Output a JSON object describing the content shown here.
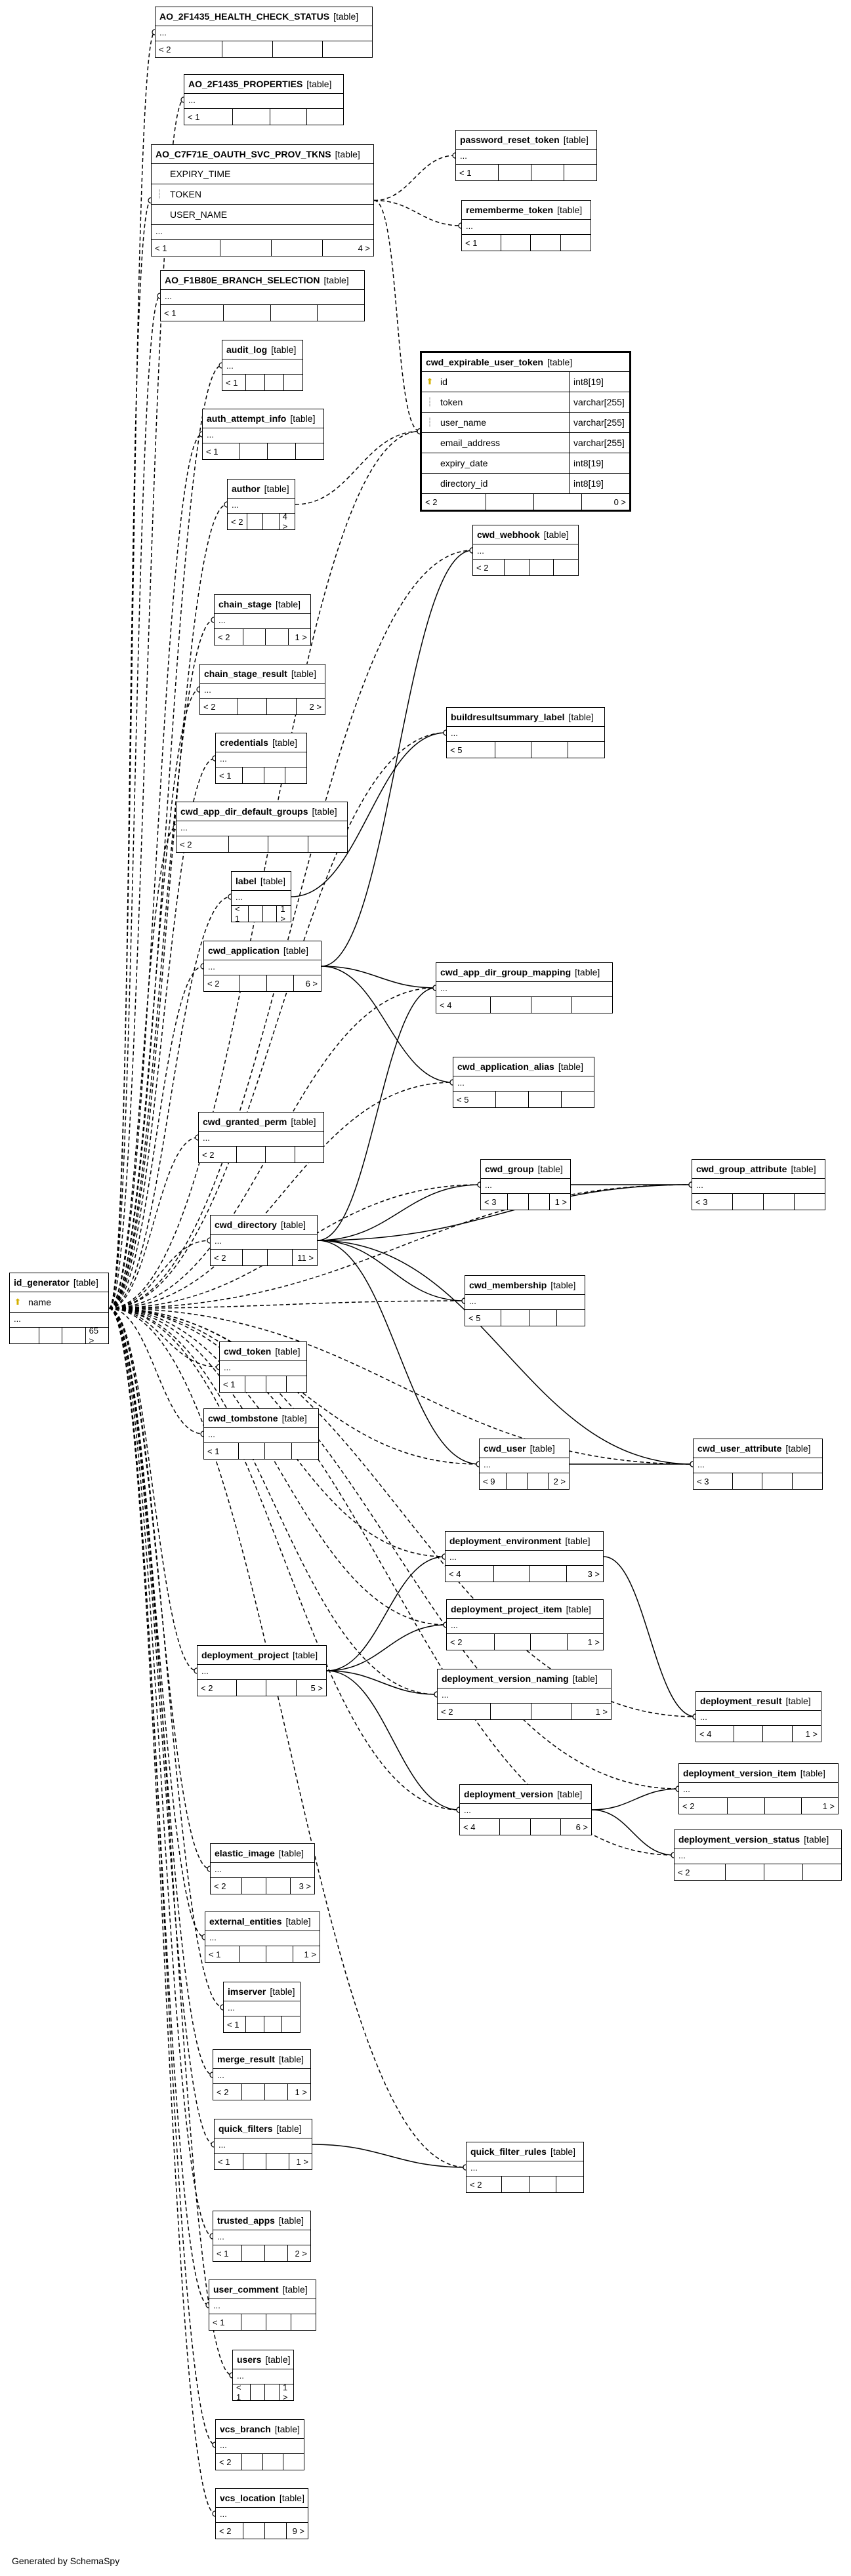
{
  "footer": "Generated by SchemaSpy",
  "table_type_label": "[table]",
  "tables": [
    {
      "id": "t_hcs",
      "name": "AO_2F1435_HEALTH_CHECK_STATUS",
      "dots": "...",
      "children": "< 2",
      "parents": ""
    },
    {
      "id": "t_props",
      "name": "AO_2F1435_PROPERTIES",
      "dots": "...",
      "children": "< 1",
      "parents": ""
    },
    {
      "id": "t_oauth",
      "name": "AO_C7F71E_OAUTH_SVC_PROV_TKNS",
      "columns": [
        {
          "key": "",
          "name": "EXPIRY_TIME"
        },
        {
          "key": "fk",
          "name": "TOKEN"
        },
        {
          "key": "",
          "name": "USER_NAME"
        }
      ],
      "dots": "...",
      "children": "< 1",
      "parents": "4 >"
    },
    {
      "id": "t_branch",
      "name": "AO_F1B80E_BRANCH_SELECTION",
      "dots": "...",
      "children": "< 1",
      "parents": ""
    },
    {
      "id": "t_audit",
      "name": "audit_log",
      "dots": "...",
      "children": "< 1",
      "parents": ""
    },
    {
      "id": "t_auth",
      "name": "auth_attempt_info",
      "dots": "...",
      "children": "< 1",
      "parents": ""
    },
    {
      "id": "t_author",
      "name": "author",
      "dots": "...",
      "children": "< 2",
      "parents": "4 >"
    },
    {
      "id": "t_pwreset",
      "name": "password_reset_token",
      "dots": "...",
      "children": "< 1",
      "parents": ""
    },
    {
      "id": "t_remember",
      "name": "rememberme_token",
      "dots": "...",
      "children": "< 1",
      "parents": ""
    },
    {
      "id": "t_expirable",
      "name": "cwd_expirable_user_token",
      "focus": true,
      "columns": [
        {
          "key": "pk",
          "name": "id",
          "type": "int8[19]"
        },
        {
          "key": "fk",
          "name": "token",
          "type": "varchar[255]"
        },
        {
          "key": "fk",
          "name": "user_name",
          "type": "varchar[255]"
        },
        {
          "key": "",
          "name": "email_address",
          "type": "varchar[255]"
        },
        {
          "key": "",
          "name": "expiry_date",
          "type": "int8[19]"
        },
        {
          "key": "",
          "name": "directory_id",
          "type": "int8[19]"
        }
      ],
      "dots": "",
      "children": "< 2",
      "parents": "0 >"
    },
    {
      "id": "t_webhook",
      "name": "cwd_webhook",
      "dots": "...",
      "children": "< 2",
      "parents": ""
    },
    {
      "id": "t_chainstage",
      "name": "chain_stage",
      "dots": "...",
      "children": "< 2",
      "parents": "1 >"
    },
    {
      "id": "t_csresult",
      "name": "chain_stage_result",
      "dots": "...",
      "children": "< 2",
      "parents": "2 >"
    },
    {
      "id": "t_bsl",
      "name": "buildresultsummary_label",
      "dots": "...",
      "children": "< 5",
      "parents": ""
    },
    {
      "id": "t_creds",
      "name": "credentials",
      "dots": "...",
      "children": "< 1",
      "parents": ""
    },
    {
      "id": "t_appdirdef",
      "name": "cwd_app_dir_default_groups",
      "dots": "...",
      "children": "< 2",
      "parents": ""
    },
    {
      "id": "t_label",
      "name": "label",
      "dots": "...",
      "children": "< 1",
      "parents": "1 >"
    },
    {
      "id": "t_cwdapp",
      "name": "cwd_application",
      "dots": "...",
      "children": "< 2",
      "parents": "6 >"
    },
    {
      "id": "t_appdirgm",
      "name": "cwd_app_dir_group_mapping",
      "dots": "...",
      "children": "< 4",
      "parents": ""
    },
    {
      "id": "t_appalias",
      "name": "cwd_application_alias",
      "dots": "...",
      "children": "< 5",
      "parents": ""
    },
    {
      "id": "t_gperm",
      "name": "cwd_granted_perm",
      "dots": "...",
      "children": "< 2",
      "parents": ""
    },
    {
      "id": "t_group",
      "name": "cwd_group",
      "dots": "...",
      "children": "< 3",
      "parents": "1 >"
    },
    {
      "id": "t_groupattr",
      "name": "cwd_group_attribute",
      "dots": "...",
      "children": "< 3",
      "parents": ""
    },
    {
      "id": "t_dir",
      "name": "cwd_directory",
      "dots": "...",
      "children": "< 2",
      "parents": "11 >"
    },
    {
      "id": "t_idgen",
      "name": "id_generator",
      "columns": [
        {
          "key": "pk",
          "name": "name"
        }
      ],
      "dots": "...",
      "children": "",
      "parents": "65 >"
    },
    {
      "id": "t_member",
      "name": "cwd_membership",
      "dots": "...",
      "children": "< 5",
      "parents": ""
    },
    {
      "id": "t_token",
      "name": "cwd_token",
      "dots": "...",
      "children": "< 1",
      "parents": ""
    },
    {
      "id": "t_tomb",
      "name": "cwd_tombstone",
      "dots": "...",
      "children": "< 1",
      "parents": ""
    },
    {
      "id": "t_user",
      "name": "cwd_user",
      "dots": "...",
      "children": "< 9",
      "parents": "2 >"
    },
    {
      "id": "t_userattr",
      "name": "cwd_user_attribute",
      "dots": "...",
      "children": "< 3",
      "parents": ""
    },
    {
      "id": "t_depenv",
      "name": "deployment_environment",
      "dots": "...",
      "children": "< 4",
      "parents": "3 >"
    },
    {
      "id": "t_depitem",
      "name": "deployment_project_item",
      "dots": "...",
      "children": "< 2",
      "parents": "1 >"
    },
    {
      "id": "t_depproj",
      "name": "deployment_project",
      "dots": "...",
      "children": "< 2",
      "parents": "5 >"
    },
    {
      "id": "t_depvnaming",
      "name": "deployment_version_naming",
      "dots": "...",
      "children": "< 2",
      "parents": "1 >"
    },
    {
      "id": "t_depresult",
      "name": "deployment_result",
      "dots": "...",
      "children": "< 4",
      "parents": "1 >"
    },
    {
      "id": "t_depver",
      "name": "deployment_version",
      "dots": "...",
      "children": "< 4",
      "parents": "6 >"
    },
    {
      "id": "t_depvitem",
      "name": "deployment_version_item",
      "dots": "...",
      "children": "< 2",
      "parents": "1 >"
    },
    {
      "id": "t_depvstatus",
      "name": "deployment_version_status",
      "dots": "...",
      "children": "< 2",
      "parents": ""
    },
    {
      "id": "t_elastic",
      "name": "elastic_image",
      "dots": "...",
      "children": "< 2",
      "parents": "3 >"
    },
    {
      "id": "t_extent",
      "name": "external_entities",
      "dots": "...",
      "children": "< 1",
      "parents": "1 >"
    },
    {
      "id": "t_imserver",
      "name": "imserver",
      "dots": "...",
      "children": "< 1",
      "parents": ""
    },
    {
      "id": "t_merge",
      "name": "merge_result",
      "dots": "...",
      "children": "< 2",
      "parents": "1 >"
    },
    {
      "id": "t_qfilters",
      "name": "quick_filters",
      "dots": "...",
      "children": "< 1",
      "parents": "1 >"
    },
    {
      "id": "t_qfrules",
      "name": "quick_filter_rules",
      "dots": "...",
      "children": "< 2",
      "parents": ""
    },
    {
      "id": "t_trusted",
      "name": "trusted_apps",
      "dots": "...",
      "children": "< 1",
      "parents": "2 >"
    },
    {
      "id": "t_ucomment",
      "name": "user_comment",
      "dots": "...",
      "children": "< 1",
      "parents": ""
    },
    {
      "id": "t_users",
      "name": "users",
      "dots": "...",
      "children": "< 1",
      "parents": "1 >"
    },
    {
      "id": "t_vcsbranch",
      "name": "vcs_branch",
      "dots": "...",
      "children": "< 2",
      "parents": ""
    },
    {
      "id": "t_vcsloc",
      "name": "vcs_location",
      "dots": "...",
      "children": "< 2",
      "parents": "9 >"
    }
  ]
}
